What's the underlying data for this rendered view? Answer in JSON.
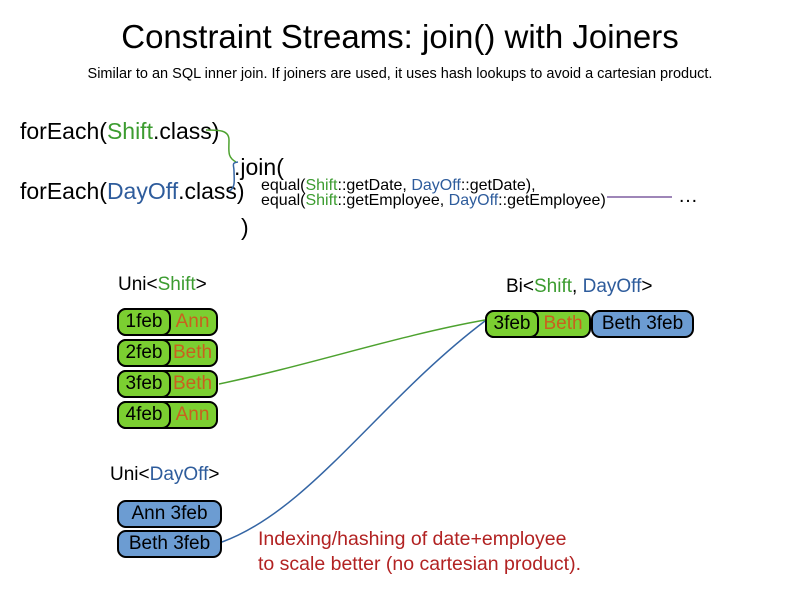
{
  "slide": {
    "title": "Constraint Streams: join() with Joiners",
    "subtitle": "Similar to an SQL inner join. If joiners are used, it uses hash lookups to avoid a cartesian product."
  },
  "code": {
    "foreach_shift": {
      "pre": "forEach(",
      "cls": "Shift",
      "post": ".class)"
    },
    "foreach_dayoff": {
      "pre": "forEach(",
      "cls": "DayOff",
      "post": ".class)"
    },
    "join_open": ".join(",
    "equal_date": {
      "pre": "equal(",
      "shift": "Shift",
      "mid": "::getDate, ",
      "dayoff": "DayOff",
      "post": "::getDate),"
    },
    "equal_employee": {
      "pre": "equal(",
      "shift": "Shift",
      "mid": "::getEmployee, ",
      "dayoff": "DayOff",
      "post": "::getEmployee)"
    },
    "join_close": ")",
    "ellipsis": "…"
  },
  "uni_shift": {
    "label": {
      "pre": "Uni<",
      "cls": "Shift",
      "post": ">"
    },
    "rows": [
      {
        "date": "1feb",
        "employee": "Ann"
      },
      {
        "date": "2feb",
        "employee": "Beth"
      },
      {
        "date": "3feb",
        "employee": "Beth"
      },
      {
        "date": "4feb",
        "employee": "Ann"
      }
    ]
  },
  "uni_dayoff": {
    "label": {
      "pre": "Uni<",
      "cls": "DayOff",
      "post": ">"
    },
    "rows": [
      {
        "text": "Ann 3feb"
      },
      {
        "text": "Beth 3feb"
      }
    ]
  },
  "bi": {
    "label": {
      "pre": "Bi<",
      "shift": "Shift",
      "sep": ", ",
      "dayoff": "DayOff",
      "post": ">"
    },
    "row": {
      "date": "3feb",
      "employee": "Beth",
      "dayoff": "Beth 3feb"
    }
  },
  "note": {
    "line1": "Indexing/hashing of date+employee",
    "line2": "to scale better (no cartesian product)."
  },
  "colors": {
    "green_text": "#3C9C30",
    "blue_text": "#2E5C9C",
    "green_fill": "#7BCF31",
    "blue_fill": "#6C9CD2",
    "orange_text": "#C9611E",
    "red_text": "#B22222",
    "purple_line": "#7E5FA0",
    "line_green": "#4DA22F",
    "line_blue": "#3465A4"
  }
}
